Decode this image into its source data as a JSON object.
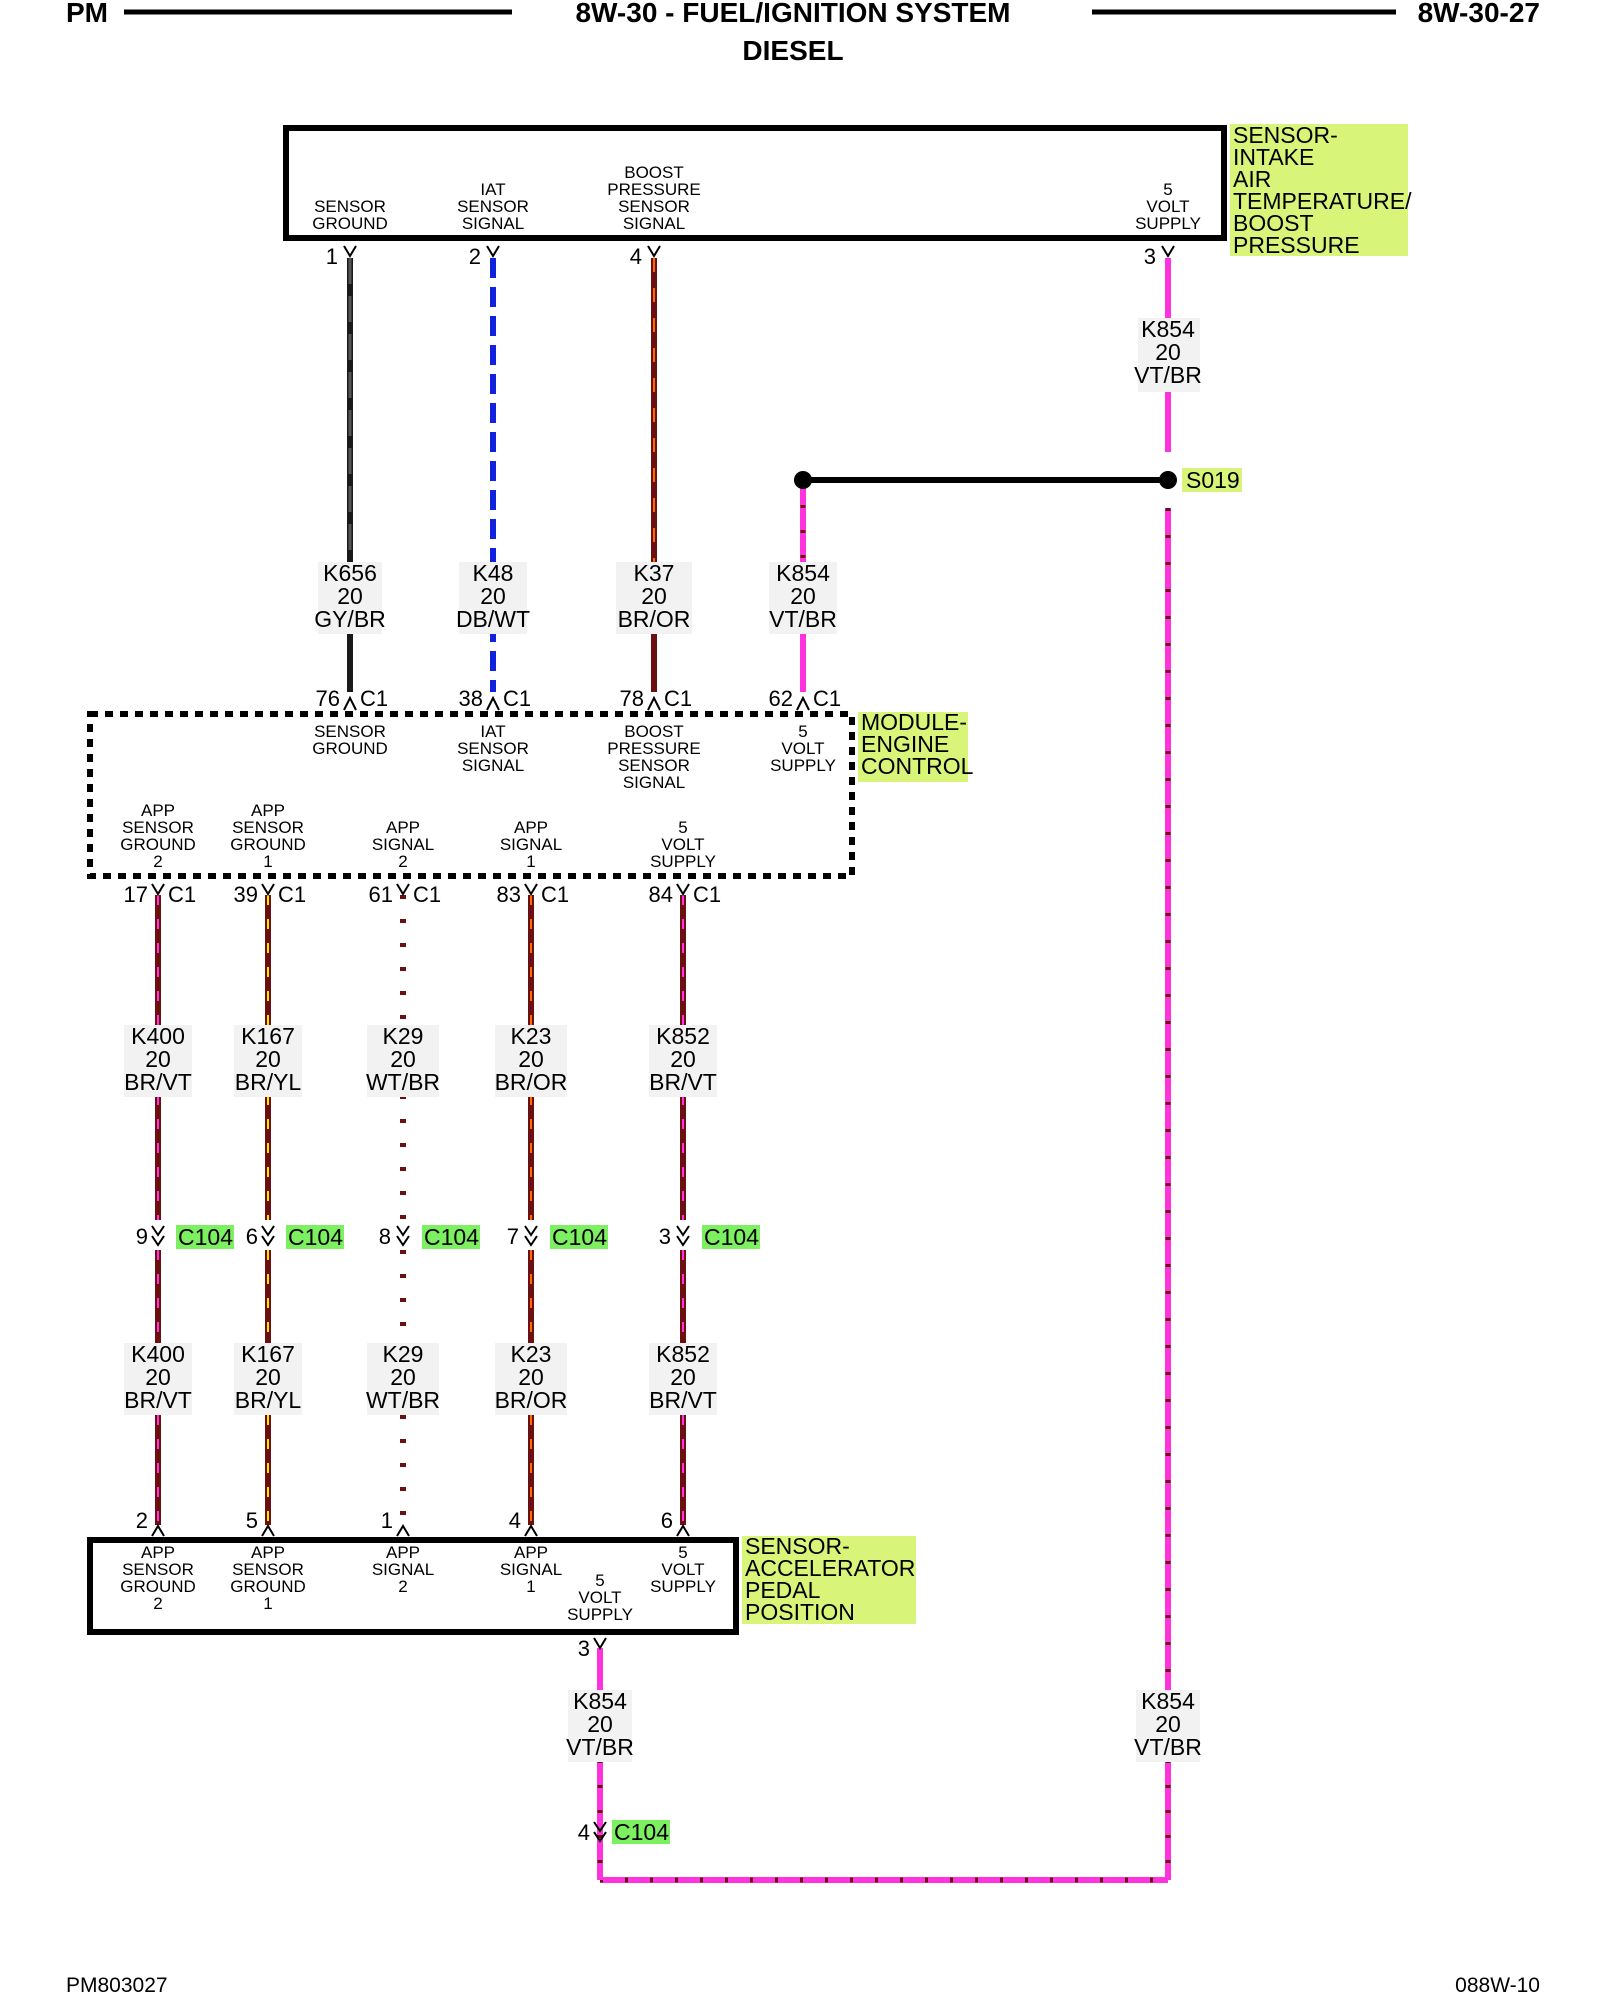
{
  "header": {
    "left": "PM",
    "title": "8W-30 - FUEL/IGNITION SYSTEM",
    "subtitle": "DIESEL",
    "right": "8W-30-27"
  },
  "footer": {
    "left": "PM803027",
    "right": "088W-10"
  },
  "colors": {
    "highlight": "#d8f57a",
    "connector_highlight": "#7cf060",
    "VT": "#ff33dd",
    "BR": "#6b1010",
    "GY": "#444444",
    "DB": "#1022dd",
    "OR": "#ff6a00",
    "YL": "#ffe600",
    "WT": "#ffffff"
  },
  "components": {
    "top_sensor": {
      "name": [
        "SENSOR-",
        "INTAKE",
        "AIR",
        "TEMPERATURE/",
        "BOOST",
        "PRESSURE"
      ],
      "pins": [
        {
          "no": "1",
          "label": [
            "SENSOR",
            "GROUND"
          ]
        },
        {
          "no": "2",
          "label": [
            "IAT",
            "SENSOR",
            "SIGNAL"
          ]
        },
        {
          "no": "4",
          "label": [
            "BOOST",
            "PRESSURE",
            "SENSOR",
            "SIGNAL"
          ]
        },
        {
          "no": "3",
          "label": [
            "5",
            "VOLT",
            "SUPPLY"
          ]
        }
      ]
    },
    "ecm": {
      "name": [
        "MODULE-",
        "ENGINE",
        "CONTROL"
      ],
      "top_pins": [
        {
          "no": "76",
          "conn": "C1",
          "label": [
            "SENSOR",
            "GROUND"
          ]
        },
        {
          "no": "38",
          "conn": "C1",
          "label": [
            "IAT",
            "SENSOR",
            "SIGNAL"
          ]
        },
        {
          "no": "78",
          "conn": "C1",
          "label": [
            "BOOST",
            "PRESSURE",
            "SENSOR",
            "SIGNAL"
          ]
        },
        {
          "no": "62",
          "conn": "C1",
          "label": [
            "5",
            "VOLT",
            "SUPPLY"
          ]
        }
      ],
      "bottom_pins": [
        {
          "no": "17",
          "conn": "C1",
          "label": [
            "APP",
            "SENSOR",
            "GROUND",
            "2"
          ]
        },
        {
          "no": "39",
          "conn": "C1",
          "label": [
            "APP",
            "SENSOR",
            "GROUND",
            "1"
          ]
        },
        {
          "no": "61",
          "conn": "C1",
          "label": [
            "APP",
            "SIGNAL",
            "2"
          ]
        },
        {
          "no": "83",
          "conn": "C1",
          "label": [
            "APP",
            "SIGNAL",
            "1"
          ]
        },
        {
          "no": "84",
          "conn": "C1",
          "label": [
            "5",
            "VOLT",
            "SUPPLY"
          ]
        }
      ]
    },
    "app_sensor": {
      "name": [
        "SENSOR-",
        "ACCELERATOR",
        "PEDAL",
        "POSITION"
      ],
      "pins": [
        {
          "no": "2",
          "label": [
            "APP",
            "SENSOR",
            "GROUND",
            "2"
          ]
        },
        {
          "no": "5",
          "label": [
            "APP",
            "SENSOR",
            "GROUND",
            "1"
          ]
        },
        {
          "no": "1",
          "label": [
            "APP",
            "SIGNAL",
            "2"
          ]
        },
        {
          "no": "4",
          "label": [
            "APP",
            "SIGNAL",
            "1"
          ]
        },
        {
          "no": "6",
          "label": [
            "5",
            "VOLT",
            "SUPPLY"
          ]
        },
        {
          "no": "3",
          "label": [
            "5",
            "VOLT",
            "SUPPLY"
          ]
        }
      ]
    }
  },
  "wires": {
    "k656": {
      "circuit": "K656",
      "gauge": "20",
      "color": "GY/BR"
    },
    "k48": {
      "circuit": "K48",
      "gauge": "20",
      "color": "DB/WT"
    },
    "k37": {
      "circuit": "K37",
      "gauge": "20",
      "color": "BR/OR"
    },
    "k854": {
      "circuit": "K854",
      "gauge": "20",
      "color": "VT/BR"
    },
    "k400": {
      "circuit": "K400",
      "gauge": "20",
      "color": "BR/VT"
    },
    "k167": {
      "circuit": "K167",
      "gauge": "20",
      "color": "BR/YL"
    },
    "k29": {
      "circuit": "K29",
      "gauge": "20",
      "color": "WT/BR"
    },
    "k23": {
      "circuit": "K23",
      "gauge": "20",
      "color": "BR/OR"
    },
    "k852": {
      "circuit": "K852",
      "gauge": "20",
      "color": "BR/VT"
    }
  },
  "inline_connector": {
    "name": "C104",
    "pins": [
      "9",
      "6",
      "8",
      "7",
      "3",
      "4"
    ]
  },
  "splice": {
    "name": "S019"
  }
}
